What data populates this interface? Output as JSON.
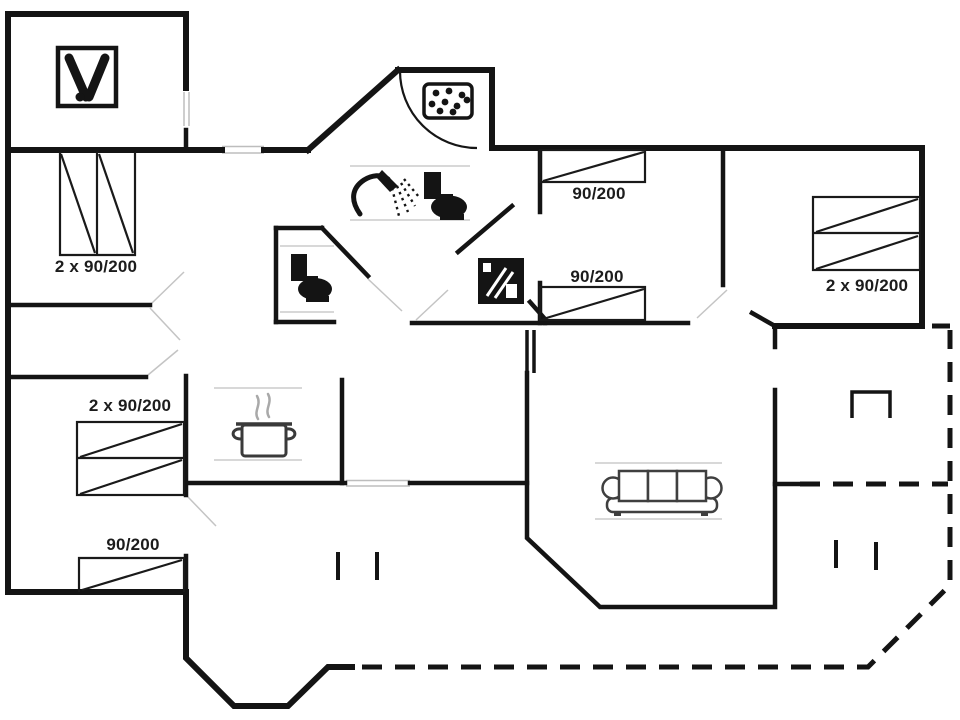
{
  "plan": {
    "type": "holiday-home-floor-plan",
    "bed_dimension_labels": {
      "bedroom_left": "2 x 90/200",
      "bedroom_middle_top": "90/200",
      "bedroom_middle_bottom": "90/200",
      "bedroom_right": "2 x 90/200",
      "bedroom_southwest_double": "2 x 90/200",
      "bedroom_southwest_single": "90/200"
    },
    "icons": [
      {
        "name": "fireplace-icon"
      },
      {
        "name": "doormat-icon"
      },
      {
        "name": "shower-icon"
      },
      {
        "name": "toilet-icon-bathroom"
      },
      {
        "name": "toilet-icon-wc"
      },
      {
        "name": "washing-machine-icon"
      },
      {
        "name": "cooking-pot-icon"
      },
      {
        "name": "sofa-icon"
      },
      {
        "name": "grill-niche-icon"
      }
    ],
    "colors": {
      "wall": "#141414",
      "furniture": "#1a1a1a",
      "hairline": "#cccccc",
      "background": "#ffffff"
    },
    "line_styles": {
      "terrace_boundary": "dashed",
      "walls": "solid"
    }
  }
}
